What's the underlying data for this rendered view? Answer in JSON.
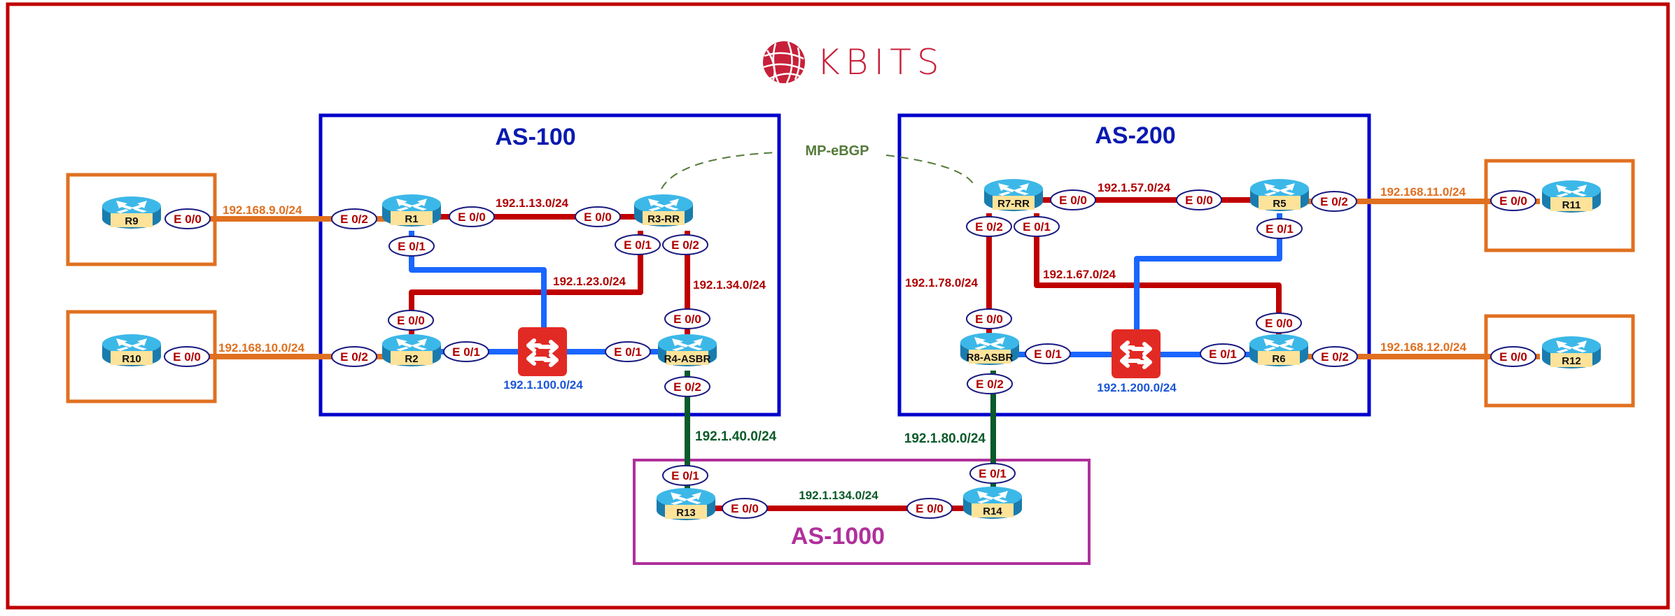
{
  "colors": {
    "frame": "#c00000",
    "as_box": "#0000cc",
    "as1000_box": "#b0309b",
    "stub_box": "#e07020",
    "red_link": "#c00000",
    "blue_link": "#1a66ff",
    "orange_link": "#e07020",
    "green_link": "#0b5a2a",
    "bgp_dash": "#557a3a",
    "iface_border": "#1a1a80",
    "iface_text": "#b00000",
    "switch": "#e22a24",
    "brand": "#c8203a",
    "router_top": "#3cb8e8",
    "router_side": "#1a7cae",
    "router_label_bg": "#fde39a"
  },
  "brand": {
    "name": "KBITS"
  },
  "bgp_session": {
    "label": "MP-eBGP"
  },
  "autonomous_systems": [
    {
      "id": "as100",
      "label": "AS-100"
    },
    {
      "id": "as200",
      "label": "AS-200"
    },
    {
      "id": "as1000",
      "label": "AS-1000"
    }
  ],
  "routers": [
    {
      "id": "R1",
      "label": "R1"
    },
    {
      "id": "R2",
      "label": "R2"
    },
    {
      "id": "R3",
      "label": "R3-RR"
    },
    {
      "id": "R4",
      "label": "R4-ASBR"
    },
    {
      "id": "R5",
      "label": "R5"
    },
    {
      "id": "R6",
      "label": "R6"
    },
    {
      "id": "R7",
      "label": "R7-RR"
    },
    {
      "id": "R8",
      "label": "R8-ASBR"
    },
    {
      "id": "R9",
      "label": "R9"
    },
    {
      "id": "R10",
      "label": "R10"
    },
    {
      "id": "R11",
      "label": "R11"
    },
    {
      "id": "R12",
      "label": "R12"
    },
    {
      "id": "R13",
      "label": "R13"
    },
    {
      "id": "R14",
      "label": "R14"
    }
  ],
  "subnets": {
    "r9_r1": "192.168.9.0/24",
    "r10_r2": "192.168.10.0/24",
    "r1_r3": "192.1.13.0/24",
    "r2_r3": "192.1.23.0/24",
    "r3_r4": "192.1.34.0/24",
    "lan100": "192.1.100.0/24",
    "r4_r13": "192.1.40.0/24",
    "r8_r14": "192.1.80.0/24",
    "r13_r14": "192.1.134.0/24",
    "r7_r5": "192.1.57.0/24",
    "r7_r6": "192.1.67.0/24",
    "r7_r8": "192.1.78.0/24",
    "lan200": "192.1.200.0/24",
    "r5_r11": "192.168.11.0/24",
    "r6_r12": "192.168.12.0/24"
  },
  "interfaces": {
    "r9_e00": "E 0/0",
    "r10_e00": "E 0/0",
    "r1_e02": "E 0/2",
    "r1_e00": "E 0/0",
    "r1_e01": "E 0/1",
    "r3_e00": "E 0/0",
    "r3_e01": "E 0/1",
    "r3_e02": "E 0/2",
    "r2_e00": "E 0/0",
    "r2_e02": "E 0/2",
    "r2_e01": "E 0/1",
    "r4_e01": "E 0/1",
    "r4_e00": "E 0/0",
    "r4_e02": "E 0/2",
    "r7_e00": "E 0/0",
    "r7_e02": "E 0/2",
    "r7_e01": "E 0/1",
    "r5_e00": "E 0/0",
    "r5_e02": "E 0/2",
    "r5_e01": "E 0/1",
    "r8_e00": "E 0/0",
    "r8_e01": "E 0/1",
    "r8_e02": "E 0/2",
    "r6_e00": "E 0/0",
    "r6_e01": "E 0/1",
    "r6_e02": "E 0/2",
    "r11_e00": "E 0/0",
    "r12_e00": "E 0/0",
    "r13_e01": "E 0/1",
    "r13_e00": "E 0/0",
    "r14_e01": "E 0/1",
    "r14_e00": "E 0/0"
  }
}
